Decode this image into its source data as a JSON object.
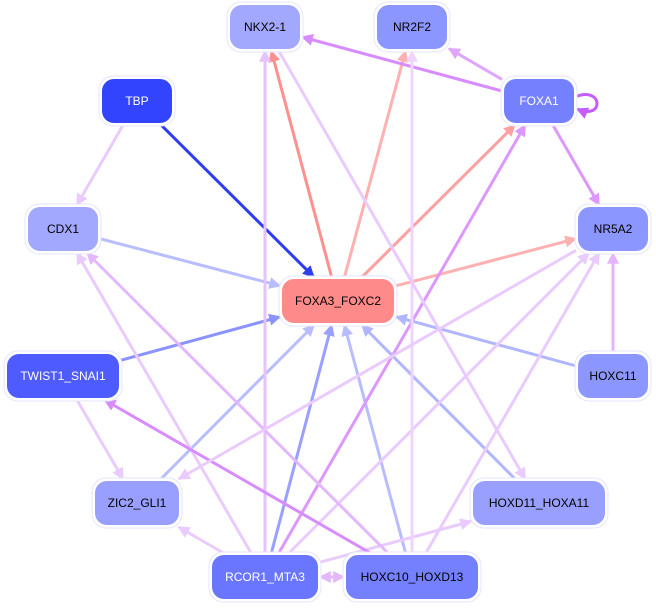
{
  "graph": {
    "title": "Regulatory network",
    "nodes": [
      {
        "id": "NKX2-1",
        "label": "NKX2-1",
        "fill": "#a3a8ff",
        "text_color": "#000000"
      },
      {
        "id": "NR2F2",
        "label": "NR2F2",
        "fill": "#8c96ff",
        "text_color": "#000000"
      },
      {
        "id": "TBP",
        "label": "TBP",
        "fill": "#3344ff",
        "text_color": "#ffffff"
      },
      {
        "id": "FOXA1",
        "label": "FOXA1",
        "fill": "#7580ff",
        "text_color": "#ffffff"
      },
      {
        "id": "CDX1",
        "label": "CDX1",
        "fill": "#a3a8ff",
        "text_color": "#000000"
      },
      {
        "id": "NR5A2",
        "label": "NR5A2",
        "fill": "#8c96ff",
        "text_color": "#000000"
      },
      {
        "id": "FOXA3_FOXC2",
        "label": "FOXA3_FOXC2",
        "fill": "#ff8a8a",
        "text_color": "#000000"
      },
      {
        "id": "TWIST1_SNAI1",
        "label": "TWIST1_SNAI1",
        "fill": "#4d5bff",
        "text_color": "#ffffff"
      },
      {
        "id": "HOXC11",
        "label": "HOXC11",
        "fill": "#8c96ff",
        "text_color": "#000000"
      },
      {
        "id": "ZIC2_GLI1",
        "label": "ZIC2_GLI1",
        "fill": "#999fff",
        "text_color": "#000000"
      },
      {
        "id": "HOXD11_HOXA11",
        "label": "HOXD11_HOXA11",
        "fill": "#999fff",
        "text_color": "#000000"
      },
      {
        "id": "RCOR1_MTA3",
        "label": "RCOR1_MTA3",
        "fill": "#6a76ff",
        "text_color": "#ffffff"
      },
      {
        "id": "HOXC10_HOXD13",
        "label": "HOXC10_HOXD13",
        "fill": "#7580ff",
        "text_color": "#000000"
      }
    ],
    "edges": [
      {
        "source": "TBP",
        "target": "FOXA3_FOXC2",
        "color": "#2f3df0"
      },
      {
        "source": "TBP",
        "target": "CDX1",
        "color": "#eacbff"
      },
      {
        "source": "CDX1",
        "target": "FOXA3_FOXC2",
        "color": "#b8bdff"
      },
      {
        "source": "TWIST1_SNAI1",
        "target": "FOXA3_FOXC2",
        "color": "#8a93ff"
      },
      {
        "source": "TWIST1_SNAI1",
        "target": "ZIC2_GLI1",
        "color": "#eacbff"
      },
      {
        "source": "ZIC2_GLI1",
        "target": "FOXA3_FOXC2",
        "color": "#b8bdff"
      },
      {
        "source": "RCOR1_MTA3",
        "target": "FOXA3_FOXC2",
        "color": "#99a0ff"
      },
      {
        "source": "HOXC10_HOXD13",
        "target": "FOXA3_FOXC2",
        "color": "#b8bdff"
      },
      {
        "source": "HOXD11_HOXA11",
        "target": "FOXA3_FOXC2",
        "color": "#b0b6ff"
      },
      {
        "source": "HOXC11",
        "target": "FOXA3_FOXC2",
        "color": "#b0b6ff"
      },
      {
        "source": "FOXA3_FOXC2",
        "target": "NKX2-1",
        "color": "#ff9090"
      },
      {
        "source": "FOXA3_FOXC2",
        "target": "NR2F2",
        "color": "#ffb0b0"
      },
      {
        "source": "FOXA3_FOXC2",
        "target": "FOXA1",
        "color": "#ffa0a0"
      },
      {
        "source": "FOXA3_FOXC2",
        "target": "NR5A2",
        "color": "#ffb0b0"
      },
      {
        "source": "FOXA1",
        "target": "NKX2-1",
        "color": "#d88cff"
      },
      {
        "source": "FOXA1",
        "target": "NR2F2",
        "color": "#dfa6ff"
      },
      {
        "source": "FOXA1",
        "target": "NR5A2",
        "color": "#dc98ff"
      },
      {
        "source": "FOXA1",
        "target": "FOXA1",
        "color": "#c45cff",
        "self": true
      },
      {
        "source": "HOXC11",
        "target": "NR5A2",
        "color": "#e6b4ff"
      },
      {
        "source": "RCOR1_MTA3",
        "target": "NKX2-1",
        "color": "#e6c2ff"
      },
      {
        "source": "RCOR1_MTA3",
        "target": "FOXA1",
        "color": "#dc98ff"
      },
      {
        "source": "RCOR1_MTA3",
        "target": "ZIC2_GLI1",
        "color": "#eacbff"
      },
      {
        "source": "RCOR1_MTA3",
        "target": "CDX1",
        "color": "#eacbff"
      },
      {
        "source": "RCOR1_MTA3",
        "target": "HOXD11_HOXA11",
        "color": "#eacbff"
      },
      {
        "source": "RCOR1_MTA3",
        "target": "NR5A2",
        "color": "#eacbff"
      },
      {
        "source": "RCOR1_MTA3",
        "target": "HOXC10_HOXD13",
        "color": "#e3b8ff"
      },
      {
        "source": "HOXC10_HOXD13",
        "target": "TWIST1_SNAI1",
        "color": "#d88cff"
      },
      {
        "source": "HOXC10_HOXD13",
        "target": "CDX1",
        "color": "#e3b8ff"
      },
      {
        "source": "HOXC10_HOXD13",
        "target": "NR2F2",
        "color": "#eed4ff"
      },
      {
        "source": "HOXC10_HOXD13",
        "target": "RCOR1_MTA3",
        "color": "#e3b8ff"
      },
      {
        "source": "HOXC10_HOXD13",
        "target": "NR5A2",
        "color": "#eacbff"
      },
      {
        "source": "NKX2-1",
        "target": "HOXD11_HOXA11",
        "color": "#eacbff"
      },
      {
        "source": "NR5A2",
        "target": "ZIC2_GLI1",
        "color": "#eacbff"
      }
    ]
  }
}
